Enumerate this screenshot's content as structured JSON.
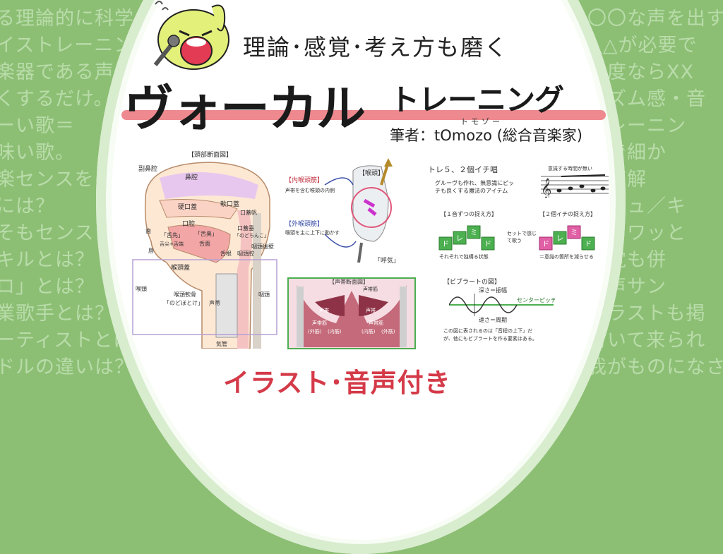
{
  "background": {
    "left_lines": [
      "る理論的に科学。",
      "イストレーニング",
      "楽器である声",
      "くするだけ。",
      "ーい歌＝",
      "味い歌。",
      "楽センスを",
      "には？",
      "そもセンス",
      "キルとは？",
      "ロ」とは？",
      "業歌手とは？",
      "ーティストとは？",
      "ドルの違いは？"
    ],
    "right_lines": [
      "〇〇な声を出す",
      "△△が必要で",
      "程度ならXX",
      "リズム感・音",
      "トレーニン",
      "まで細か",
      "徹底解",
      "「キュ／キ",
      "「フワッと",
      "感覚も併",
      "音声サン",
      "イラストも掲",
      "付いて来られ",
      "我がものになされ"
    ],
    "colors": {
      "green": "#8cbf74",
      "pale_text": "#b9dcaa",
      "accent_red": "#d43a48",
      "underline_pink": "#ee8a8f"
    }
  },
  "header": {
    "subtitle": "理論･感覚･考え方も磨く",
    "title_main": "ヴォーカル",
    "title_sub": "トレーニング",
    "author_ruby": "トモゾー",
    "author": "筆者：tOmozo (総合音楽家)"
  },
  "anatomy": {
    "caption": "【頭部断面図】",
    "labels": [
      "副鼻腔",
      "鼻腔",
      "軟口蓋",
      "硬口蓋",
      "口蓋帆",
      "口腔",
      "「舌先」",
      "「舌奥」",
      "口蓋垂",
      "舌尖+舌端",
      "舌面",
      "「のどちんこ」",
      "舌根",
      "咽頭腔",
      "咽頭後壁",
      "歯",
      "唇",
      "喉頭蓋",
      "喉頭",
      "喉頭軟骨",
      "「のどぼとけ」",
      "声帯",
      "気管",
      "咽頭"
    ]
  },
  "larynx": {
    "inner_label": "【内喉頭筋】",
    "inner_desc": "声帯を含む喉頭の内側",
    "outer_label": "【外喉頭筋】",
    "outer_desc": "喉頭を主に上下に動かす",
    "head_label": "【喉頭】",
    "breath_label": "「呼気」"
  },
  "vocal_fold": {
    "caption": "【声帯断面図】",
    "labels": [
      "声帯筋",
      "声帯",
      "声帯",
      "声帯筋",
      "声帯筋",
      "(外筋)",
      "(内筋)",
      "(内筋)",
      "(外筋)"
    ]
  },
  "rhythm": {
    "heading": "トレ５、２個イチ唱",
    "desc1": "グルーヴも作れ、無意識にピッ",
    "desc2": "チも良くする魔法のアイテム",
    "staff_label": "意識する時間が無い",
    "one_by_one": "【１音ずつの捉え方】",
    "two_by_one": "【２個イチの捉え方】",
    "boxes": [
      "ド",
      "レ",
      "ミ",
      "ド"
    ],
    "note_one": "それぞれで独構る状態",
    "note_mid": "セットで感じて歌う",
    "note_two": "＝意識の箇所を減らせる"
  },
  "vibrato": {
    "heading": "【ビブラートの図】",
    "depth": "深さ＝振幅",
    "center": "センターピッチ",
    "speed": "速さ＝周期",
    "note1": "この図に表されるのは「音程の上下」だ",
    "note2": "が、他にもビブラートを作る要素はある。"
  },
  "footer": {
    "cta": "イラスト･音声付き"
  }
}
